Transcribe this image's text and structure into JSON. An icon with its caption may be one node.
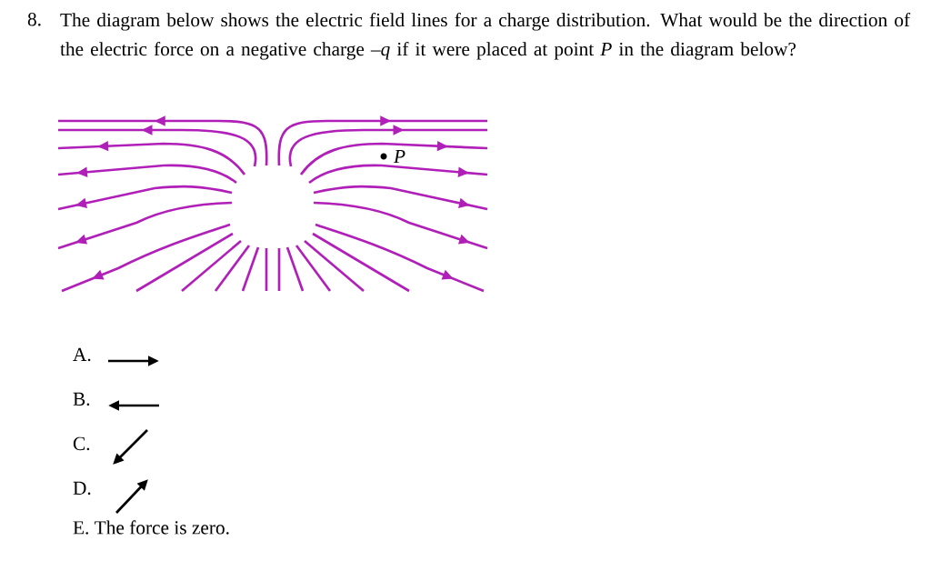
{
  "diagram": {
    "labels": [
      "8.",
      "The diagram below shows the electric field lines for a charge distribution. What would be the direction of the electric force on a negative charge *–q* if it were placed at point *P* in the diagram below?",
      "P",
      "A.",
      "B.",
      "C.",
      "D.",
      "E. The force is zero."
    ]
  }
}
